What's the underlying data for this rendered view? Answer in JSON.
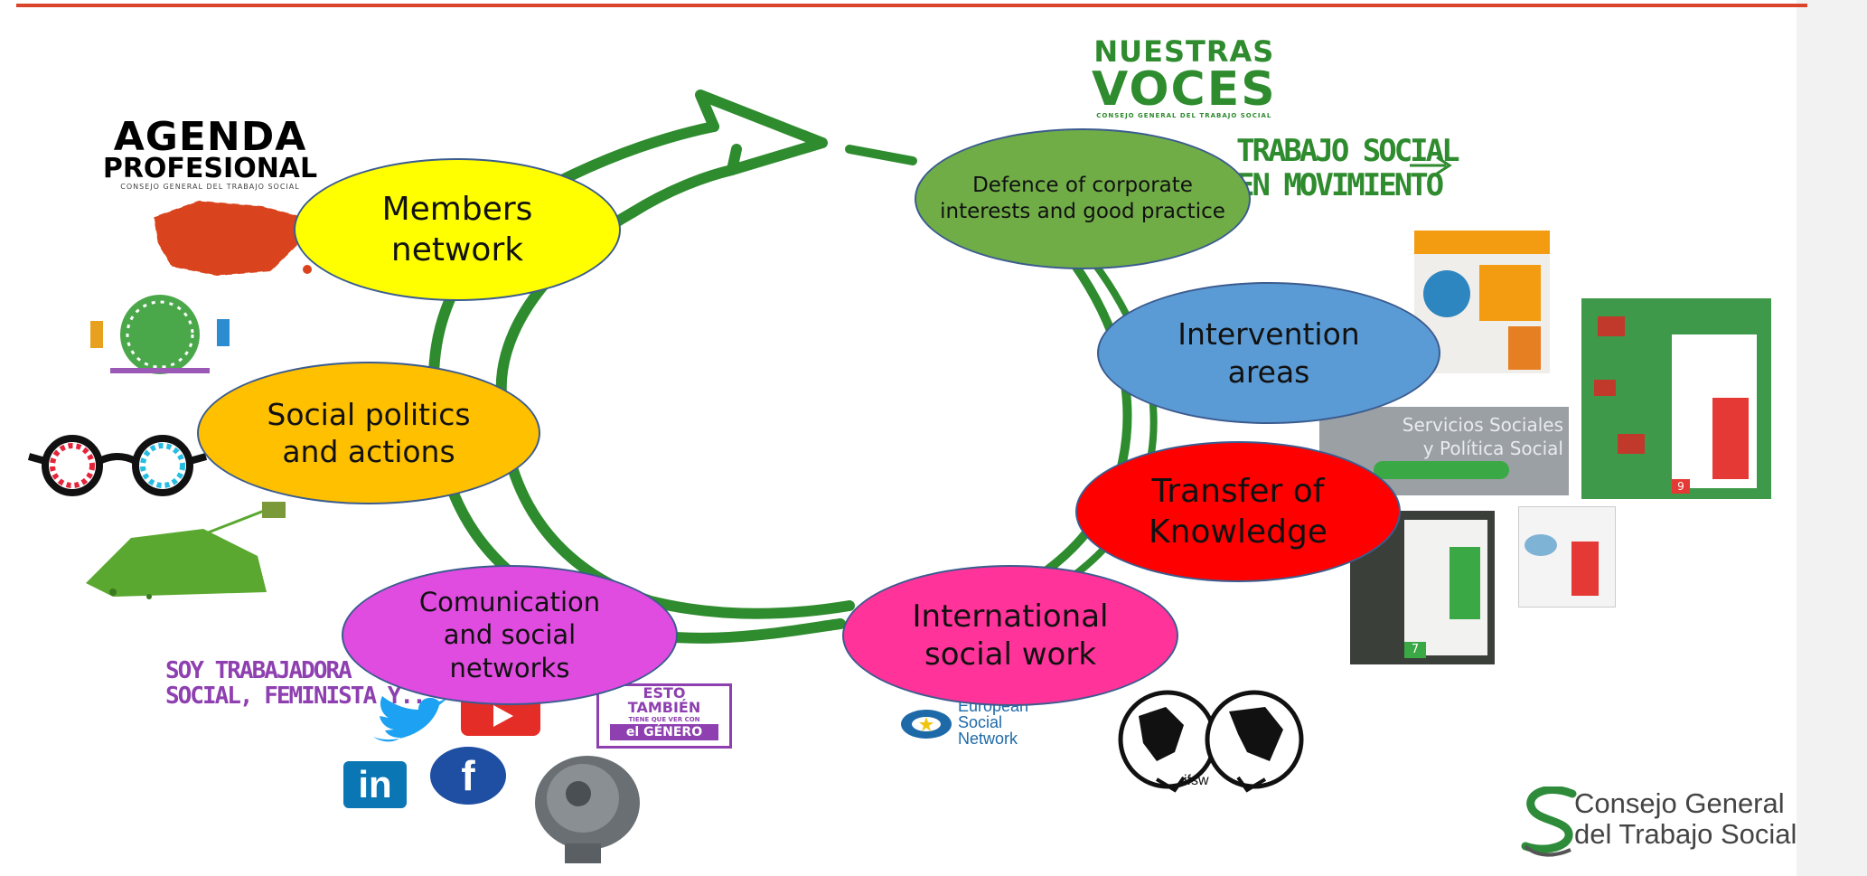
{
  "colors": {
    "topline": "#d9442b",
    "arrow": "#2e8b2e",
    "members": "#ffff00",
    "social_politics": "#ffc000",
    "communication": "#e04be0",
    "defence": "#70ad47",
    "intervention": "#5b9bd5",
    "transfer": "#ff0000",
    "international": "#ff3399"
  },
  "nodes": {
    "members": [
      "Members",
      "network"
    ],
    "social_politics": [
      "Social politics",
      "and actions"
    ],
    "communication": [
      "Comunication",
      "and social",
      "networks"
    ],
    "defence": [
      "Defence of corporate",
      "interests and good practice"
    ],
    "intervention": [
      "Intervention",
      "areas"
    ],
    "transfer": [
      "Transfer of",
      "Knowledge"
    ],
    "international": [
      "International",
      "social work"
    ]
  },
  "logos": {
    "agenda_line1": "AGENDA",
    "agenda_line2": "PROFESIONAL",
    "agenda_sub": "CONSEJO GENERAL DEL TRABAJO SOCIAL",
    "nuestras_line1": "NUESTRAS",
    "nuestras_line2": "VOCES",
    "nuestras_sub": "CONSEJO GENERAL DEL TRABAJO SOCIAL",
    "trabajo_line1": "TRABAJO SOCIAL",
    "trabajo_line2": "EN MOVIMIENTO",
    "servicios_line1": "Servicios Sociales",
    "servicios_line2": "y Política Social",
    "soy_line1": "SOY TRABAJADORA",
    "soy_line2": "SOCIAL, FEMINISTA Y...",
    "esto_line1": "ESTO",
    "esto_line2": "TAMBIÉN",
    "esto_line3": "TIENE QUE VER CON",
    "esto_line4": "el GÉNERO",
    "esn_line1": "European",
    "esn_line2": "Social",
    "esn_line3": "Network",
    "ifsw": "ifsw",
    "linkedin": "in",
    "facebook": "f",
    "consejo_line1": "Consejo General",
    "consejo_line2": "del Trabajo Social",
    "book1_num": "7",
    "book2_num": "9"
  }
}
